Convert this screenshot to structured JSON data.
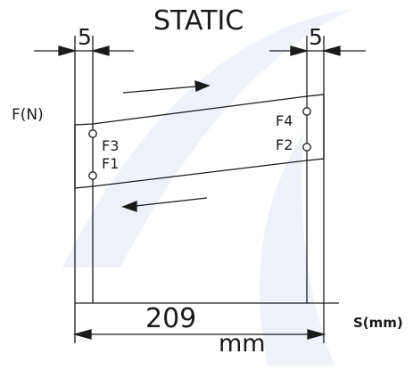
{
  "diagram": {
    "title": "STATIC",
    "dim_left": "5",
    "dim_right": "5",
    "y_axis_label": "F(N)",
    "x_axis_label": "S(mm)",
    "span_value": "209",
    "span_unit": "mm",
    "points": {
      "f1": "F1",
      "f2": "F2",
      "f3": "F3",
      "f4": "F4"
    },
    "colors": {
      "line": "#1a1a1a",
      "watermark": "#eef2f8"
    }
  }
}
